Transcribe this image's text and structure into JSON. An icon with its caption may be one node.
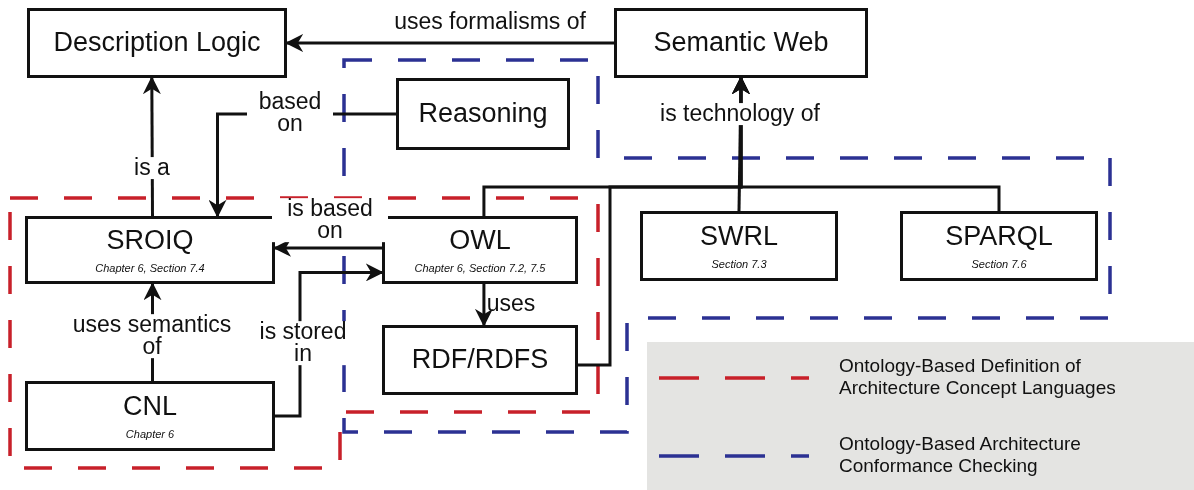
{
  "diagram": {
    "nodes": [
      {
        "text": [
          "Description Logic"
        ]
      },
      {
        "text": [
          "Semantic Web"
        ]
      },
      {
        "text": [
          "Reasoning"
        ]
      },
      {
        "text": [
          "SROIQ",
          "Chapter 6, Section 7.4"
        ]
      },
      {
        "text": [
          "OWL",
          "Chapter 6, Section 7.2, 7.5"
        ]
      },
      {
        "text": [
          "SWRL",
          "Section 7.3"
        ]
      },
      {
        "text": [
          "SPARQL",
          "Section 7.6"
        ]
      },
      {
        "text": [
          "RDF/RDFS"
        ]
      },
      {
        "text": [
          "CNL",
          "Chapter 6"
        ]
      }
    ],
    "edges": [
      {
        "from": 1,
        "to": 0,
        "arrow": "to",
        "label": "uses formalisms of"
      },
      {
        "from": 3,
        "to": 0,
        "arrow": "to",
        "label": "is a"
      },
      {
        "from": 2,
        "to": 3,
        "arrow": "to",
        "label": "based on"
      },
      {
        "from": 4,
        "to": 3,
        "arrow": "to",
        "label": "is based on"
      },
      {
        "from": 8,
        "to": 3,
        "arrow": "to",
        "label": "uses semantics of"
      },
      {
        "from": 8,
        "to": 4,
        "arrow": "to",
        "label": "is stored in"
      },
      {
        "from": 4,
        "to": 7,
        "arrow": "to",
        "label": "uses"
      },
      {
        "from": 4,
        "to": 1,
        "arrow": "to"
      },
      {
        "from": 5,
        "to": 1,
        "arrow": "to",
        "label": "is technology of"
      },
      {
        "from": 6,
        "to": 1,
        "arrow": "to"
      },
      {
        "from": 7,
        "to": 1,
        "arrow": "to"
      }
    ],
    "legend": [
      {
        "text": "Ontology-Based Definition of Architecture Concept Languages"
      },
      {
        "text": "Ontology-Based Architecture Conformance Checking"
      }
    ]
  }
}
